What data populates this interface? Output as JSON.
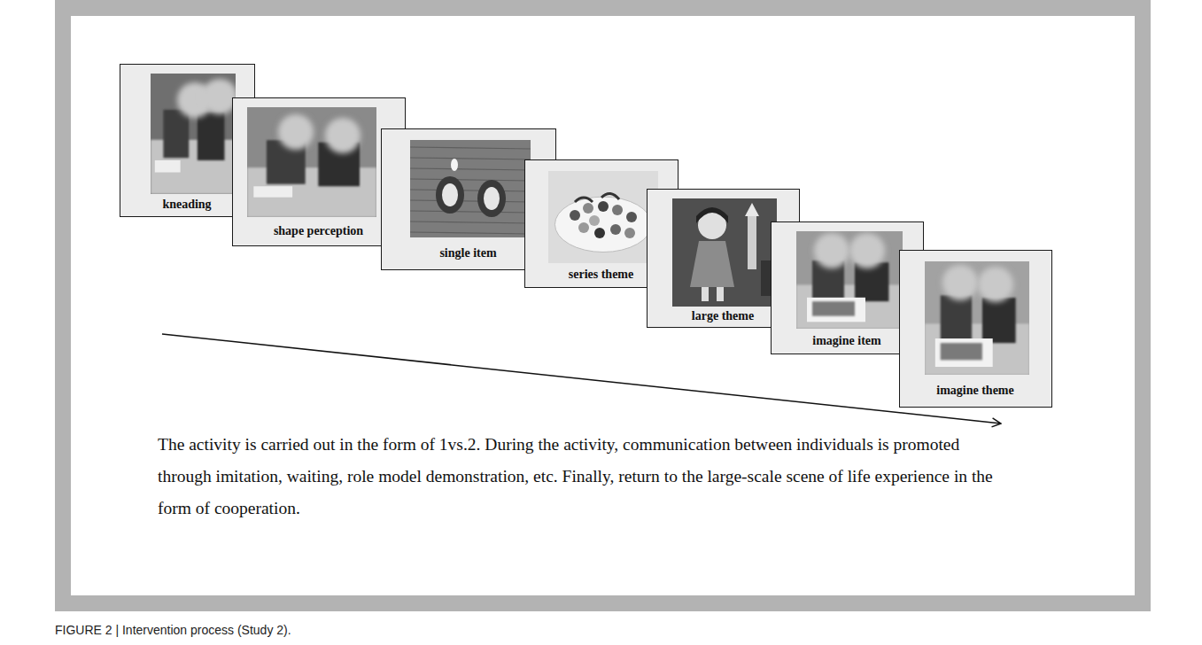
{
  "diagram": {
    "caption": "FIGURE 2 | Intervention process (Study 2).",
    "nodes": [
      {
        "text": [
          "kneading"
        ]
      },
      {
        "text": [
          "shape perception"
        ]
      },
      {
        "text": [
          "single item"
        ]
      },
      {
        "text": [
          "series theme"
        ]
      },
      {
        "text": [
          "large theme"
        ]
      },
      {
        "text": [
          "imagine item"
        ]
      },
      {
        "text": [
          "imagine theme"
        ]
      }
    ],
    "labels": [
      "The activity is carried out in the form of 1vs.2. During the activity, communication between individuals is promoted through imitation, waiting, role model demonstration, etc. Finally, return to the large-scale scene of life experience in the form of cooperation."
    ]
  }
}
